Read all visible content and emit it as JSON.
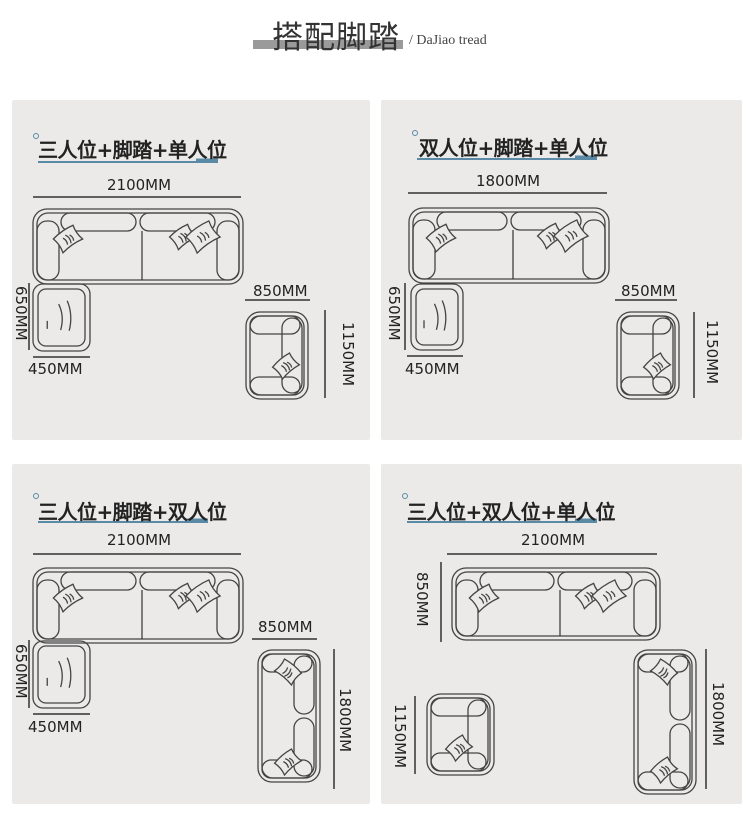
{
  "header": {
    "title": "搭配脚踏",
    "subtitle": "/ DaJiao tread"
  },
  "panels": [
    {
      "title": "三人位+脚踏+单人位",
      "width_main": "2100MM",
      "ottoman_depth": "650MM",
      "ottoman_width": "450MM",
      "chair_width": "850MM",
      "chair_depth": "1150MM"
    },
    {
      "title": "双人位+脚踏+单人位",
      "width_main": "1800MM",
      "ottoman_depth": "650MM",
      "ottoman_width": "450MM",
      "chair_width": "850MM",
      "chair_depth": "1150MM"
    },
    {
      "title": "三人位+脚踏+双人位",
      "width_main": "2100MM",
      "ottoman_depth": "650MM",
      "ottoman_width": "450MM",
      "loveseat_width": "850MM",
      "loveseat_length": "1800MM"
    },
    {
      "title": "三人位+双人位+单人位",
      "width_main": "2100MM",
      "main_depth": "850MM",
      "chair_depth": "1150MM",
      "loveseat_length": "1800MM"
    }
  ],
  "colors": {
    "panel_bg": "#ebeae8",
    "accent": "#5b8aa6",
    "line": "#333333"
  }
}
